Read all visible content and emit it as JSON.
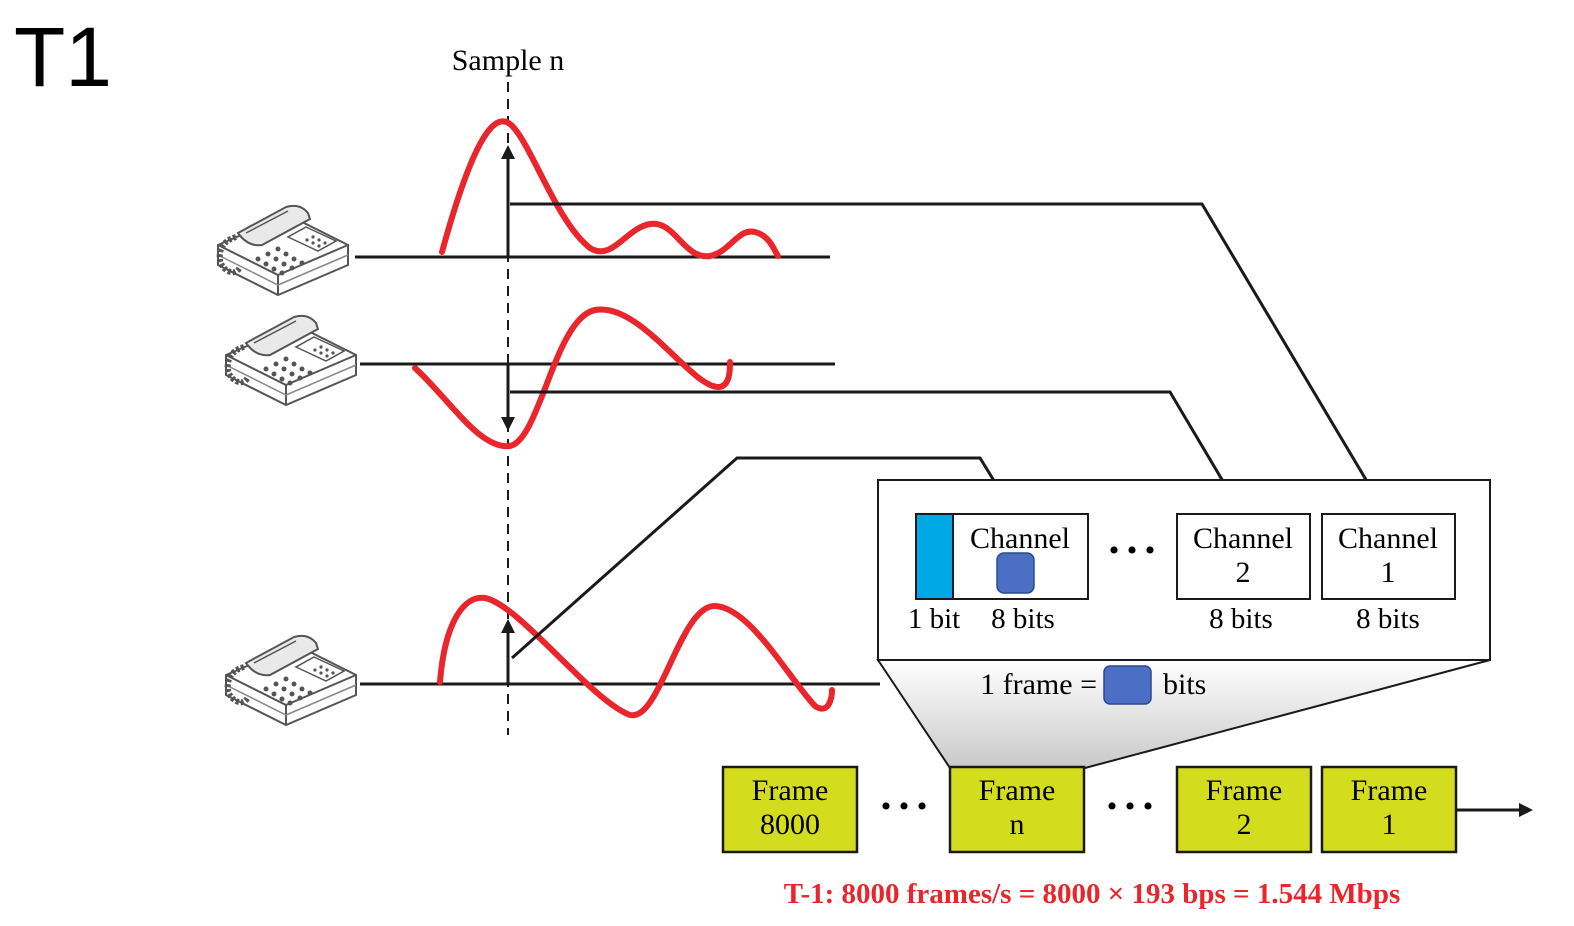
{
  "title": "T1",
  "sample_label": "Sample n",
  "frame_detail": {
    "channels": [
      {
        "line1": "Channel",
        "line2": "",
        "bits": "8 bits"
      },
      {
        "line1": "Channel",
        "line2": "2",
        "bits": "8 bits"
      },
      {
        "line1": "Channel",
        "line2": "1",
        "bits": "8 bits"
      }
    ],
    "framing_bit_label": "1 bit",
    "ellipsis": "• • •",
    "frame_eq_prefix": "1 frame =",
    "frame_eq_suffix": "bits"
  },
  "frames": [
    {
      "line1": "Frame",
      "line2": "8000"
    },
    {
      "line1": "Frame",
      "line2": "n"
    },
    {
      "line1": "Frame",
      "line2": "2"
    },
    {
      "line1": "Frame",
      "line2": "1"
    }
  ],
  "formula": "T-1: 8000 frames/s = 8000 × 193 bps = 1.544 Mbps",
  "colors": {
    "signal": "#e8262b",
    "framing_bit": "#00a9e6",
    "placeholder": "#4a6fc4",
    "frame_fill": "#d4dc1e"
  }
}
